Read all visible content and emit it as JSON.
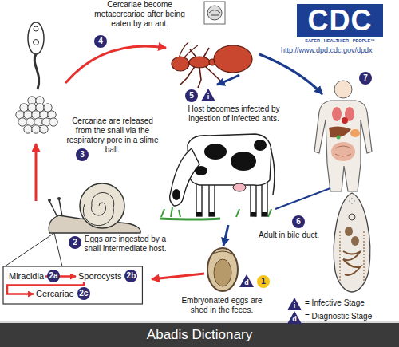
{
  "diagram": {
    "nodes": [
      {
        "text": [
          "Miracidia"
        ]
      },
      {
        "text": [
          "Sporocysts"
        ]
      },
      {
        "text": [
          "Cercariae"
        ]
      }
    ],
    "edges": [
      {
        "from": 0,
        "to": 1,
        "arrow": "to"
      },
      {
        "from": 1,
        "to": 2,
        "arrow": "to"
      }
    ],
    "labels": [
      "Cercariae become metacercariae after being eaten by an ant.",
      "4",
      "CDC",
      "SAFER · HEALTHIER · PEOPLE™",
      "http://www.dpd.cdc.gov/dpdx",
      "Cercariae are released from the snail via the respiratory pore in a slime ball.",
      "3",
      "5",
      "i",
      "Host becomes infected by ingestion of infected ants.",
      "7",
      "6",
      "Adult in bile duct.",
      "2",
      "Eggs are ingested by a snail intermediate host.",
      "2a",
      "2b",
      "2c",
      "d",
      "1",
      "Embryonated eggs are shed in the feces.",
      "i",
      "d",
      "Abadis Dictionary"
    ],
    "legend": [
      {
        "text": "= Infective Stage"
      },
      {
        "text": "= Diagnostic Stage"
      }
    ]
  }
}
